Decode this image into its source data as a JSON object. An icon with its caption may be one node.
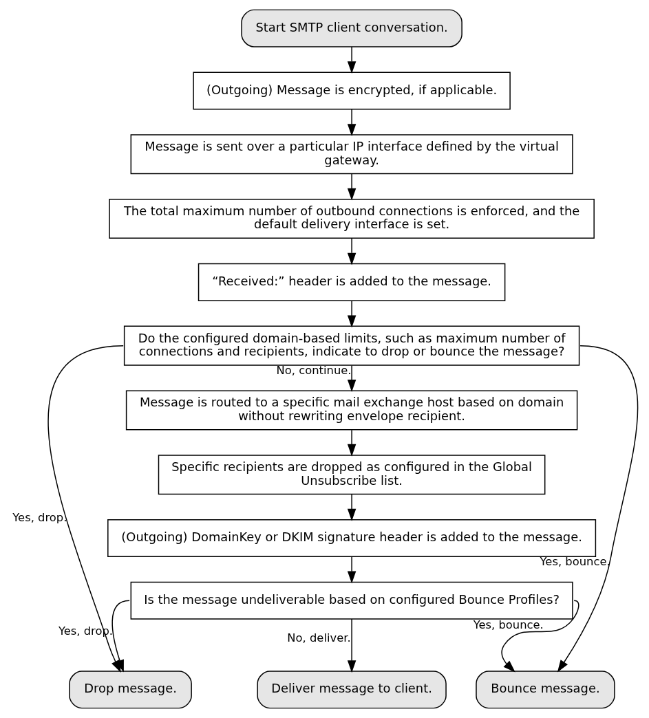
{
  "diagram": {
    "nodes": [
      {
        "text": [
          "Start SMTP client conversation."
        ]
      },
      {
        "text": [
          "(Outgoing) Message is encrypted, if applicable."
        ]
      },
      {
        "text": [
          "Message is sent over a particular IP interface defined by the virtual gateway."
        ]
      },
      {
        "text": [
          "The total maximum number of outbound connections is enforced, and the default delivery interface is set."
        ]
      },
      {
        "text": [
          "“Received:” header is added to the message."
        ]
      },
      {
        "text": [
          "Do the configured domain-based limits, such as maximum number of connections and recipients, indicate to drop or bounce the message?"
        ]
      },
      {
        "text": [
          "Message is routed to a specific mail exchange host based on domain without rewriting envelope recipient."
        ]
      },
      {
        "text": [
          "Specific recipients are dropped as configured in the Global Unsubscribe list."
        ]
      },
      {
        "text": [
          "(Outgoing) DomainKey or DKIM signature header is added to the message."
        ]
      },
      {
        "text": [
          "Is the message undeliverable based on configured Bounce Profiles?"
        ]
      },
      {
        "text": [
          "Drop message."
        ]
      },
      {
        "text": [
          "Deliver message to client."
        ]
      },
      {
        "text": [
          "Bounce message."
        ]
      }
    ],
    "edges": [
      {
        "from": 0,
        "to": 1,
        "arrow": "to"
      },
      {
        "from": 1,
        "to": 2,
        "arrow": "to"
      },
      {
        "from": 2,
        "to": 3,
        "arrow": "to"
      },
      {
        "from": 3,
        "to": 4,
        "arrow": "to"
      },
      {
        "from": 4,
        "to": 5,
        "arrow": "to"
      },
      {
        "from": 5,
        "to": 10,
        "arrow": "to",
        "label": "Yes, drop."
      },
      {
        "from": 5,
        "to": 12,
        "arrow": "to",
        "label": "Yes, bounce."
      },
      {
        "from": 5,
        "to": 6,
        "arrow": "to",
        "label": "No, continue."
      },
      {
        "from": 6,
        "to": 7,
        "arrow": "to"
      },
      {
        "from": 7,
        "to": 8,
        "arrow": "to"
      },
      {
        "from": 8,
        "to": 9,
        "arrow": "to"
      },
      {
        "from": 9,
        "to": 10,
        "arrow": "to",
        "label": "Yes, drop."
      },
      {
        "from": 9,
        "to": 12,
        "arrow": "to",
        "label": "Yes, bounce."
      },
      {
        "from": 9,
        "to": 11,
        "arrow": "to",
        "label": "No, deliver."
      }
    ]
  }
}
